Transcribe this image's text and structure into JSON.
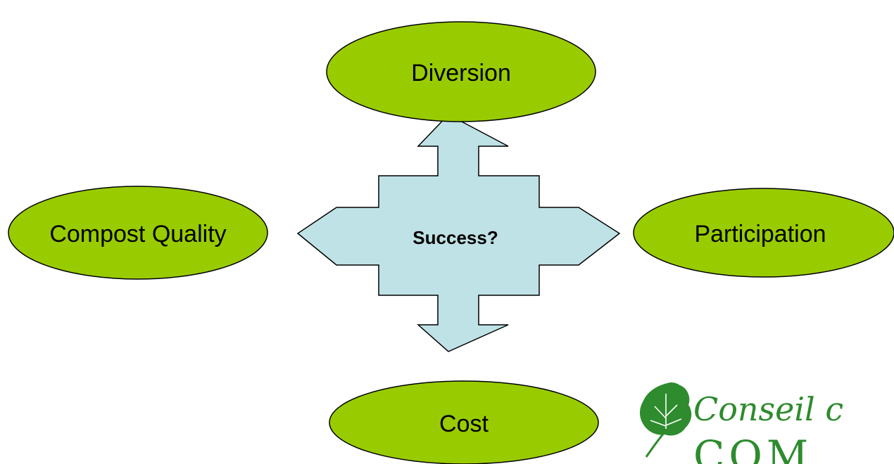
{
  "diagram": {
    "center": {
      "label": "Success?"
    },
    "nodes": {
      "top": {
        "label": "Diversion"
      },
      "left": {
        "label": "Compost Quality"
      },
      "right": {
        "label": "Participation"
      },
      "bottom": {
        "label": "Cost"
      }
    }
  },
  "logo": {
    "text": "Conseil c",
    "partial_text": "COM"
  },
  "colors": {
    "oval_fill": "#99CC00",
    "arrow_fill": "#BFE2E6",
    "outline": "#000000",
    "logo_green": "#2E8B2E"
  }
}
